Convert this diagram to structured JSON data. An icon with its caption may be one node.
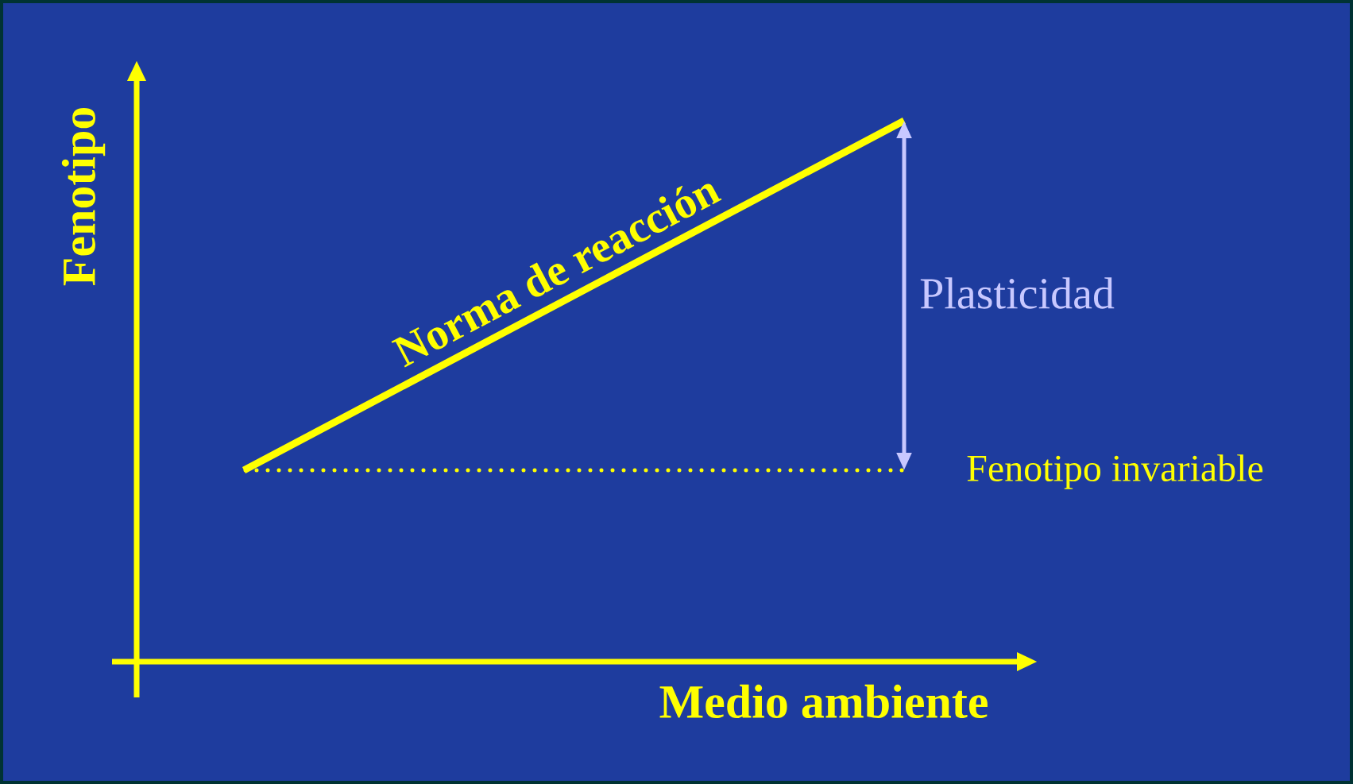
{
  "diagram": {
    "labels": [
      "Fenotipo",
      "Norma de reacción",
      "Plasticidad",
      "Fenotipo invariable",
      "Medio ambiente"
    ]
  }
}
